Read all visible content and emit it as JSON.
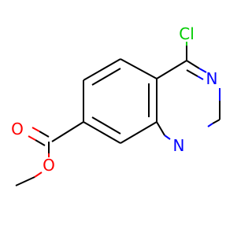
{
  "molecule": {
    "atoms": [
      {
        "id": "cl",
        "symbol": "Cl",
        "color": "#00CC00"
      },
      {
        "id": "n3",
        "symbol": "N",
        "color": "#0000FF"
      },
      {
        "id": "n1",
        "symbol": "N",
        "color": "#0000FF"
      },
      {
        "id": "o_carbonyl",
        "symbol": "O",
        "color": "#FF0000"
      },
      {
        "id": "o_ester",
        "symbol": "O",
        "color": "#FF0000"
      }
    ],
    "colors": {
      "bond": "#000000",
      "nitrogen": "#0000FF",
      "oxygen": "#FF0000",
      "chlorine": "#00CC00"
    }
  }
}
